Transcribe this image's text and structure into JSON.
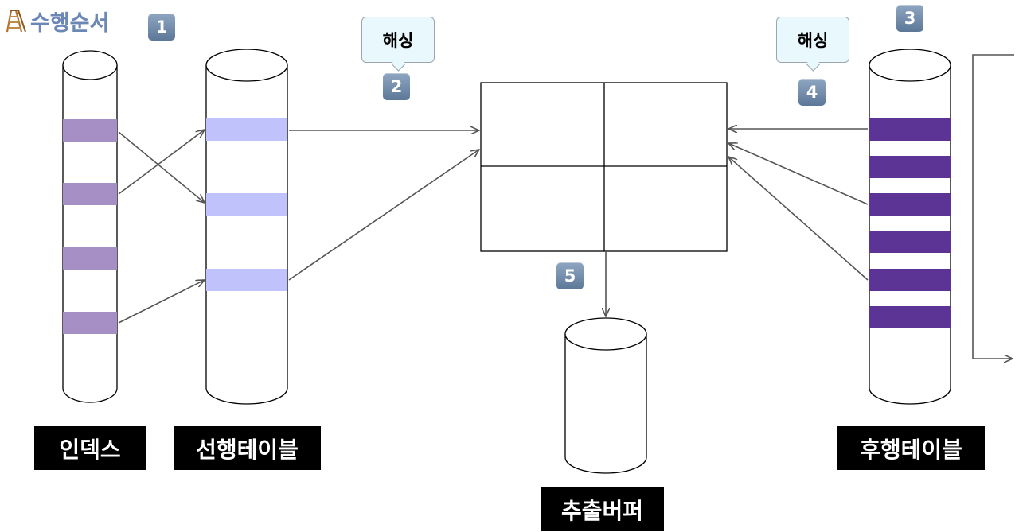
{
  "title": "수행순서",
  "icons": {
    "title_icon": "ladder-icon"
  },
  "steps": [
    "1",
    "2",
    "3",
    "4",
    "5"
  ],
  "callouts": {
    "left": "해싱",
    "right": "해싱"
  },
  "labels": {
    "index": "인덱스",
    "build_table": "선행테이블",
    "probe_table": "후행테이블",
    "output_buffer": "추출버퍼"
  },
  "colors": {
    "title": "#6b87b5",
    "index_row": "#a68fc5",
    "build_row": "#c0c2fc",
    "probe_row": "#5b3496",
    "badge": "#6f8aab",
    "callout_bg": "#e8f8fd",
    "label_bg": "#000000",
    "arrow": "#555555"
  }
}
